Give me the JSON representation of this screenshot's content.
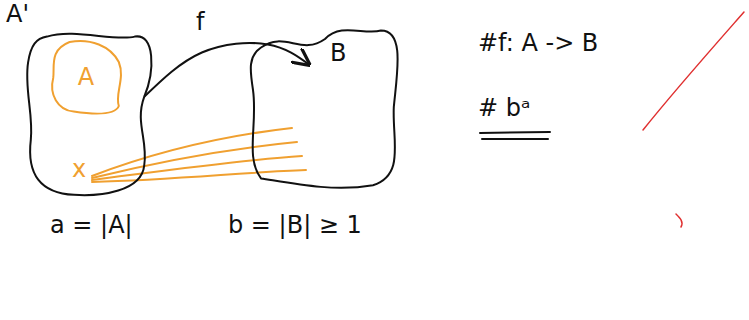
{
  "diagram": {
    "nodes": [
      {
        "text": [
          "A'"
        ]
      },
      {
        "text": [
          "A"
        ],
        "in": 0
      },
      {
        "text": [
          "B"
        ]
      }
    ],
    "edges": [
      {
        "from": 0,
        "to": 2,
        "label": "f",
        "arrow": "to"
      }
    ],
    "labels": [
      "x",
      "a = |A|",
      "b = |B| ≥ 1",
      "#f: A -> B",
      "# bᵃ"
    ]
  }
}
